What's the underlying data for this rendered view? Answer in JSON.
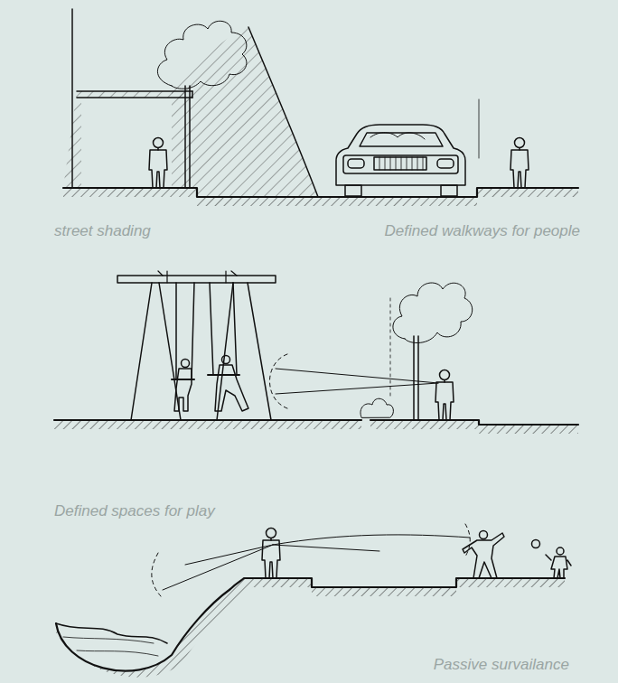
{
  "diagram": {
    "labels": [
      "street shading",
      "Defined walkways for people",
      "Defined spaces for play",
      "Passive survailance"
    ]
  }
}
